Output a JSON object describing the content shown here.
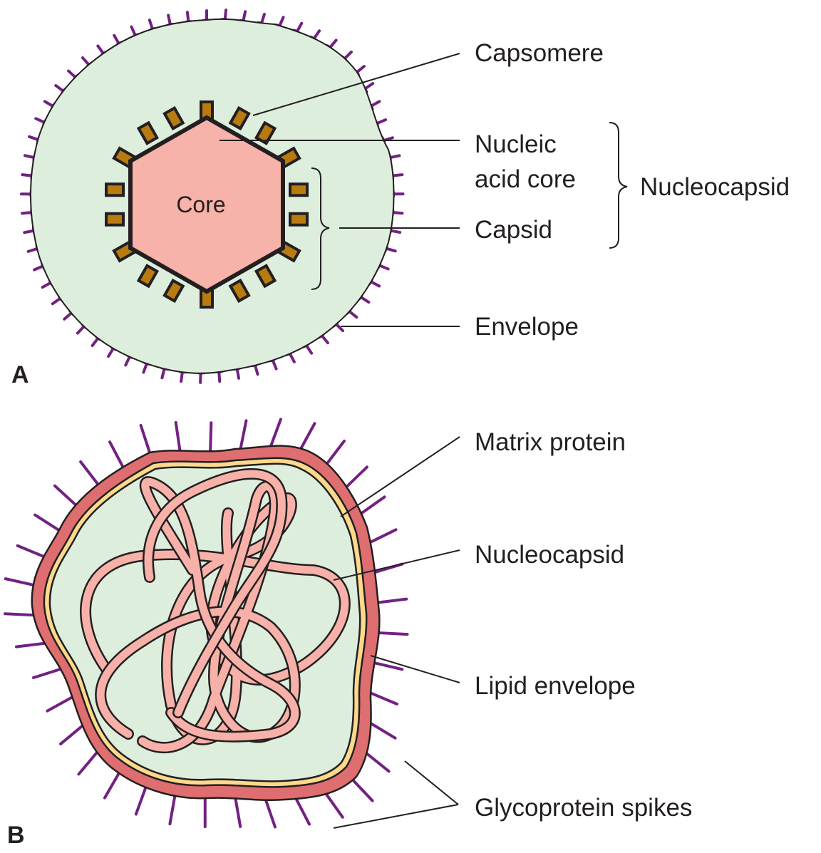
{
  "figure": {
    "panel_a": {
      "letter": "A",
      "core_label": "Core",
      "labels": {
        "capsomere": "Capsomere",
        "nucleic_line1": "Nucleic",
        "nucleic_line2": "acid core",
        "capsid": "Capsid",
        "nucleocapsid_group": "Nucleocapsid",
        "envelope": "Envelope"
      }
    },
    "panel_b": {
      "letter": "B",
      "labels": {
        "matrix_protein": "Matrix protein",
        "nucleocapsid": "Nucleocapsid",
        "lipid_envelope": "Lipid envelope",
        "glycoprotein_spikes": "Glycoprotein spikes"
      }
    },
    "colors": {
      "envelope_fill": "#ddeedd",
      "core_fill": "#f7b3a9",
      "capsomere_fill": "#b87b10",
      "spike_color": "#722182",
      "lipid_envelope": "#de6e6f",
      "matrix_protein": "#fdd98b",
      "nucleocapsid_strand": "#f7b1a9",
      "outline": "#231f20"
    }
  }
}
